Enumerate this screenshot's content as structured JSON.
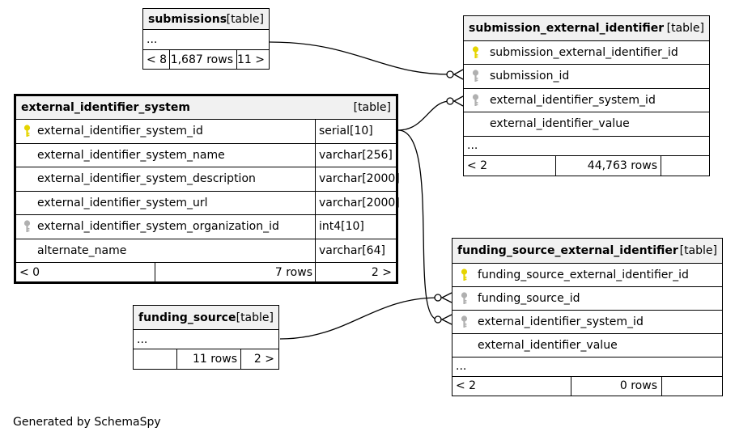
{
  "diagram": {
    "footer": "Generated by SchemaSpy",
    "key_colors": {
      "primary": "#e5d400",
      "foreign": "#b0b0b0"
    },
    "tables": {
      "submissions": {
        "name": "submissions",
        "tag": "[table]",
        "ellipsis": "...",
        "footer": {
          "parents": "< 8",
          "rows": "1,687 rows",
          "children": "11 >"
        }
      },
      "submission_external_identifier": {
        "name": "submission_external_identifier",
        "tag": "[table]",
        "columns": [
          {
            "name": "submission_external_identifier_id",
            "key": "primary"
          },
          {
            "name": "submission_id",
            "key": "foreign"
          },
          {
            "name": "external_identifier_system_id",
            "key": "foreign"
          },
          {
            "name": "external_identifier_value",
            "key": "none"
          }
        ],
        "ellipsis": "...",
        "footer": {
          "parents": "< 2",
          "rows": "44,763 rows",
          "children": ""
        }
      },
      "external_identifier_system": {
        "name": "external_identifier_system",
        "tag": "[table]",
        "columns": [
          {
            "name": "external_identifier_system_id",
            "type": "serial[10]",
            "key": "primary"
          },
          {
            "name": "external_identifier_system_name",
            "type": "varchar[256]",
            "key": "none"
          },
          {
            "name": "external_identifier_system_description",
            "type": "varchar[2000]",
            "key": "none"
          },
          {
            "name": "external_identifier_system_url",
            "type": "varchar[2000]",
            "key": "none"
          },
          {
            "name": "external_identifier_system_organization_id",
            "type": "int4[10]",
            "key": "foreign"
          },
          {
            "name": "alternate_name",
            "type": "varchar[64]",
            "key": "none"
          }
        ],
        "footer": {
          "parents": "< 0",
          "rows": "7 rows",
          "children": "2 >"
        }
      },
      "funding_source_external_identifier": {
        "name": "funding_source_external_identifier",
        "tag": "[table]",
        "columns": [
          {
            "name": "funding_source_external_identifier_id",
            "key": "primary"
          },
          {
            "name": "funding_source_id",
            "key": "foreign"
          },
          {
            "name": "external_identifier_system_id",
            "key": "foreign"
          },
          {
            "name": "external_identifier_value",
            "key": "none"
          }
        ],
        "ellipsis": "...",
        "footer": {
          "parents": "< 2",
          "rows": "0 rows",
          "children": ""
        }
      },
      "funding_source": {
        "name": "funding_source",
        "tag": "[table]",
        "ellipsis": "...",
        "footer": {
          "parents": "",
          "rows": "11 rows",
          "children": "2 >"
        }
      }
    }
  }
}
